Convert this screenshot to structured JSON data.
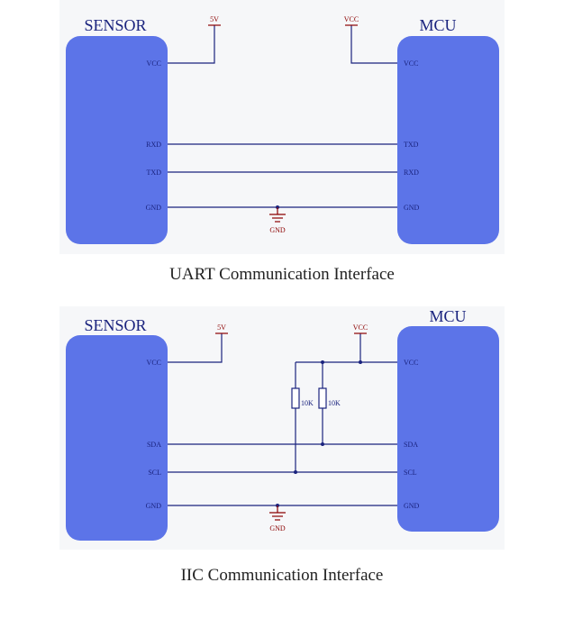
{
  "colors": {
    "block": "#5c74e8",
    "wire": "#1a237e",
    "power": "#8b0000",
    "panel": "#f6f7f9",
    "label": "#1a237e"
  },
  "uart": {
    "sensor_title": "SENSOR",
    "mcu_title": "MCU",
    "sensor_pins": {
      "vcc": "VCC",
      "rxd": "RXD",
      "txd": "TXD",
      "gnd": "GND"
    },
    "mcu_pins": {
      "vcc": "VCC",
      "txd": "TXD",
      "rxd": "RXD",
      "gnd": "GND"
    },
    "sensor_supply": "5V",
    "mcu_supply": "VCC",
    "ground": "GND",
    "caption": "UART Communication Interface"
  },
  "iic": {
    "sensor_title": "SENSOR",
    "mcu_title": "MCU",
    "sensor_pins": {
      "vcc": "VCC",
      "sda": "SDA",
      "scl": "SCL",
      "gnd": "GND"
    },
    "mcu_pins": {
      "vcc": "VCC",
      "sda": "SDA",
      "scl": "SCL",
      "gnd": "GND"
    },
    "sensor_supply": "5V",
    "mcu_supply": "VCC",
    "pullup_1": "10K",
    "pullup_2": "10K",
    "ground": "GND",
    "caption": "IIC Communication Interface"
  }
}
